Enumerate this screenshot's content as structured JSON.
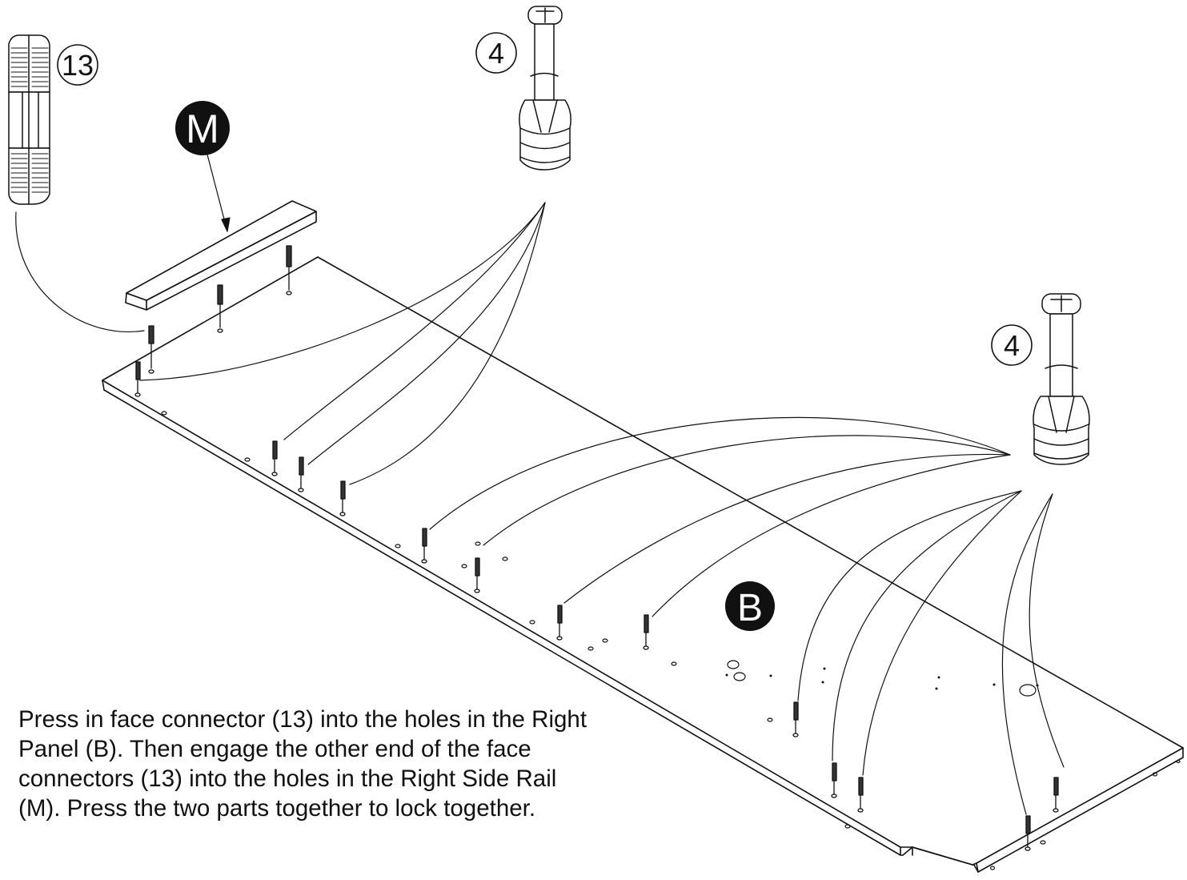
{
  "callouts": {
    "face_connector": "13",
    "cam_bolt_top": "4",
    "cam_bolt_right": "4",
    "right_side_rail": "M",
    "right_panel": "B"
  },
  "instruction": "Press in face connector (13) into the holes in the Right Panel (B). Then engage the other end of the face connectors (13) into the holes in the Right Side Rail (M). Press the two parts together to lock together.",
  "colors": {
    "ink": "#111111",
    "paper": "#ffffff"
  }
}
